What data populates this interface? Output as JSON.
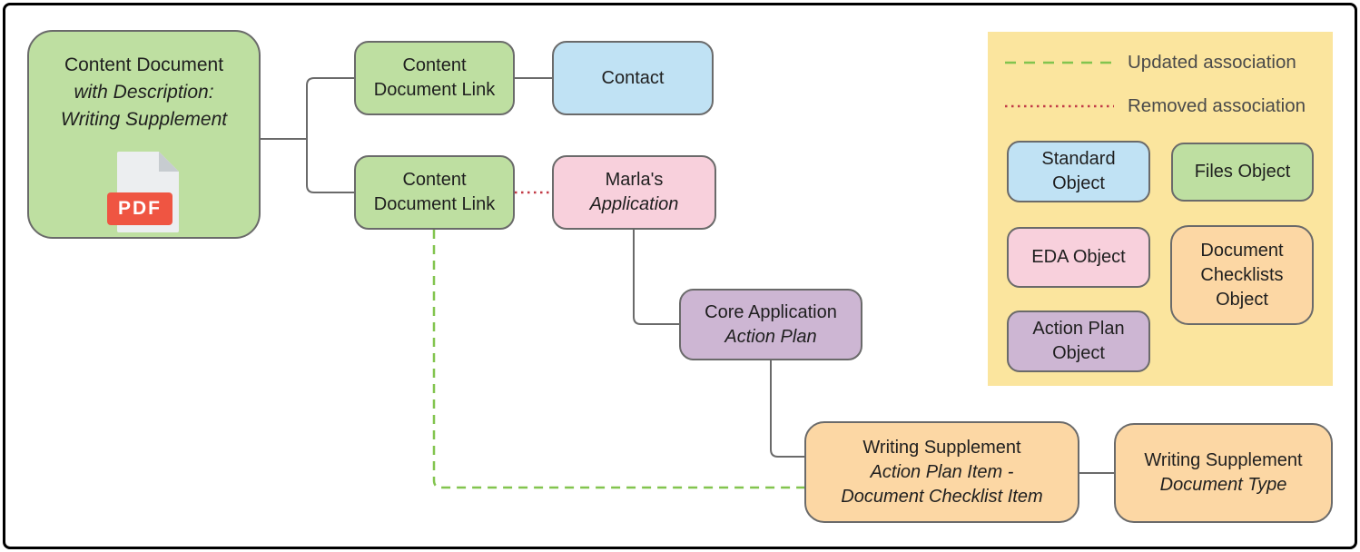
{
  "colors": {
    "green": "#bedfa1",
    "blue": "#c0e2f4",
    "pink": "#f8d0dc",
    "purple": "#cdb6d3",
    "orange": "#fcd7a4",
    "yellow": "#fbe59e",
    "line_gray": "#6a6a6a",
    "text_dark": "#1f1f1f",
    "label_gray": "#4a4a4a",
    "updated_green": "#82c44e",
    "removed_red": "#c23b47",
    "pdf_red": "#ef5542",
    "pdf_page": "#eceef0",
    "pdf_fold": "#c7ccd0",
    "frame_black": "#000000"
  },
  "diagram": {
    "content_document": {
      "line1": "Content Document",
      "line2": "with Description:",
      "line3": "Writing Supplement",
      "pdf_badge": "PDF"
    },
    "cdl_top": {
      "line1": "Content",
      "line2": "Document Link"
    },
    "contact": {
      "label": "Contact"
    },
    "cdl_bottom": {
      "line1": "Content",
      "line2": "Document Link"
    },
    "marla": {
      "line1": "Marla's",
      "line2": "Application"
    },
    "core_application": {
      "line1": "Core Application",
      "line2": "Action Plan"
    },
    "ws_checklist_item": {
      "line1": "Writing Supplement",
      "line2": "Action Plan Item -",
      "line3": "Document Checklist Item"
    },
    "ws_document_type": {
      "line1": "Writing Supplement",
      "line2": "Document Type"
    }
  },
  "legend": {
    "updated_label": "Updated association",
    "removed_label": "Removed association",
    "standard_object": {
      "line1": "Standard",
      "line2": "Object"
    },
    "files_object": {
      "label": "Files Object"
    },
    "eda_object": {
      "label": "EDA Object"
    },
    "document_checklists_object": {
      "line1": "Document",
      "line2": "Checklists",
      "line3": "Object"
    },
    "action_plan_object": {
      "line1": "Action Plan",
      "line2": "Object"
    }
  }
}
